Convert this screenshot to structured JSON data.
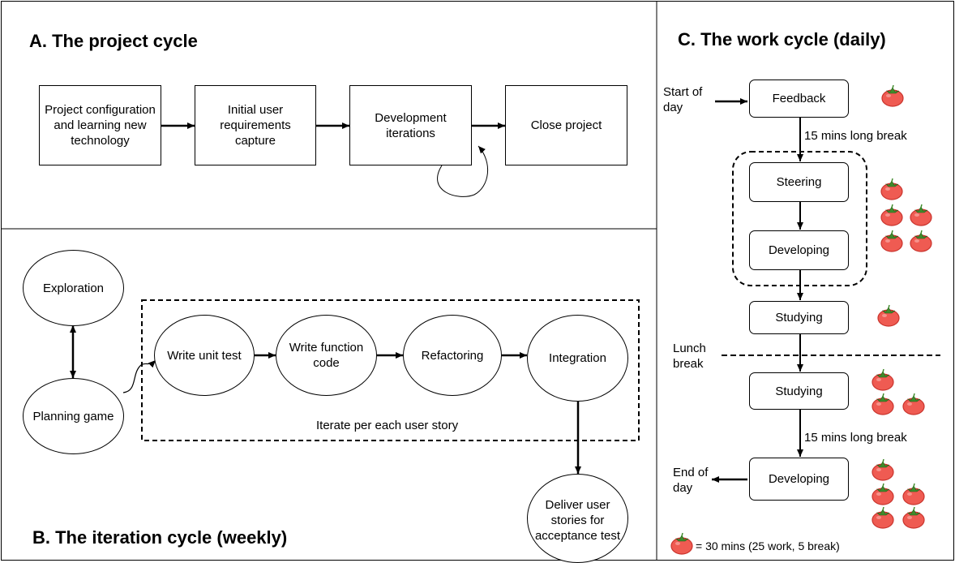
{
  "panels": {
    "a_title": "A. The project cycle",
    "b_title": "B. The iteration cycle (weekly)",
    "c_title": "C. The work cycle (daily)"
  },
  "project_cycle": {
    "step1": "Project configuration and learning new technology",
    "step2": "Initial user requirements capture",
    "step3": "Development iterations",
    "step4": "Close project"
  },
  "iteration_cycle": {
    "exploration": "Exploration",
    "planning": "Planning game",
    "write_unit_test": "Write unit test",
    "write_function_code": "Write function code",
    "refactoring": "Refactoring",
    "integration": "Integration",
    "iterate_label": "Iterate per each user story",
    "deliver": "Deliver user stories for acceptance test"
  },
  "work_cycle": {
    "start_of_day": "Start of day",
    "feedback": "Feedback",
    "break1": "15 mins long break",
    "steering": "Steering",
    "developing1": "Developing",
    "studying1": "Studying",
    "lunch_break": "Lunch break",
    "studying2": "Studying",
    "break2": "15 mins long break",
    "developing2": "Developing",
    "end_of_day": "End of day",
    "legend": "= 30 mins (25 work, 5 break)"
  },
  "colors": {
    "tomato": "#ef5b52",
    "tomato_dark": "#c9332c",
    "leaf": "#3f8a2b"
  },
  "icons": {
    "tomato": "tomato-icon"
  }
}
